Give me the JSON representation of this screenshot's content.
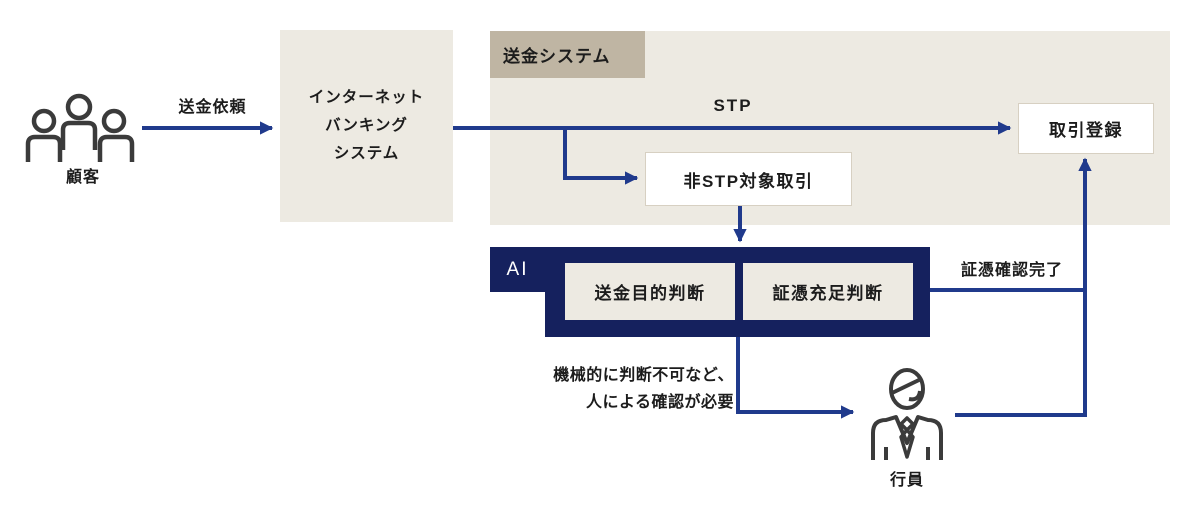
{
  "title": "送金システムにおけるAI判断フロー図",
  "colors": {
    "navy": "#15215e",
    "line": "#203a8c",
    "panel": "#edeae2",
    "tag": "#bfb5a3",
    "boxborder": "#d7d0c2",
    "ink": "#1c1c1c",
    "icon": "#3b3b3b"
  },
  "icons": {
    "customer": "people-group-icon",
    "clerk": "bank-clerk-icon"
  },
  "nodes": {
    "customer": {
      "label": "顧客"
    },
    "request": {
      "label": "送金依頼"
    },
    "banking": {
      "label": "インターネット\nバンキング\nシステム"
    },
    "system_tag": {
      "label": "送金システム"
    },
    "stp": {
      "label": "STP"
    },
    "nonstp": {
      "label": "非STP対象取引"
    },
    "ai": {
      "label": "AI"
    },
    "purpose": {
      "label": "送金目的判断"
    },
    "evidence": {
      "label": "証憑充足判断"
    },
    "evidence_done": {
      "label": "証憑確認完了"
    },
    "note": {
      "label": "機械的に判断不可など、\n人による確認が必要"
    },
    "clerk": {
      "label": "行員"
    },
    "registration": {
      "label": "取引登録"
    }
  }
}
